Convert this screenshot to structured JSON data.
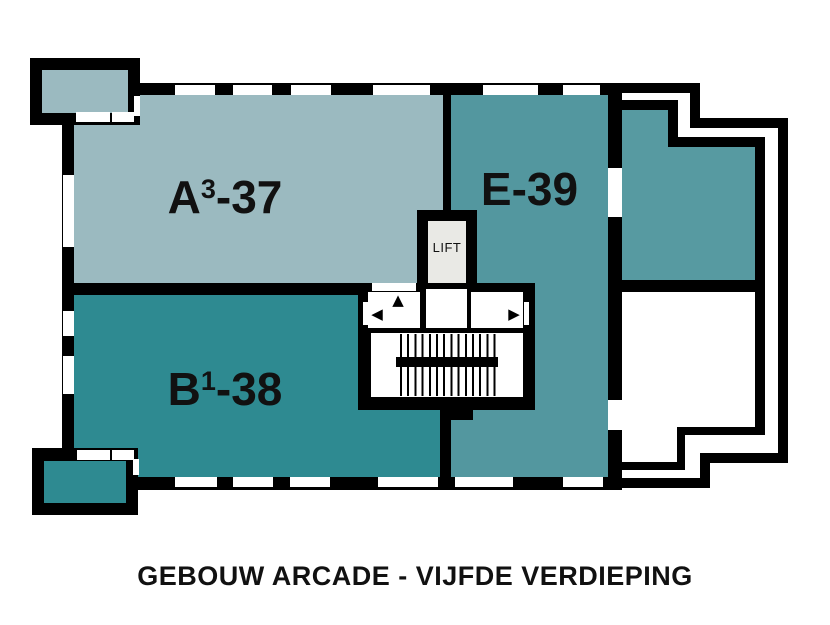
{
  "title": "GEBOUW ARCADE - VIJFDE VERDIEPING",
  "units": {
    "a37": {
      "letter": "A",
      "sup": "3",
      "rest": "-37"
    },
    "b38": {
      "letter": "B",
      "sup": "1",
      "rest": "-38"
    },
    "e39": {
      "label": "E-39"
    }
  },
  "lift": {
    "label": "LIFT"
  },
  "icons": {
    "up_arrow": "▲",
    "left_arrow": "◀",
    "right_arrow": "▶"
  },
  "colors": {
    "wall": "#000000",
    "a37": "#9bbac0",
    "b38": "#2e8a91",
    "e39": "#53979f",
    "wing": "#579aa1",
    "lift": "#e9e9e5",
    "text": "#111111"
  }
}
